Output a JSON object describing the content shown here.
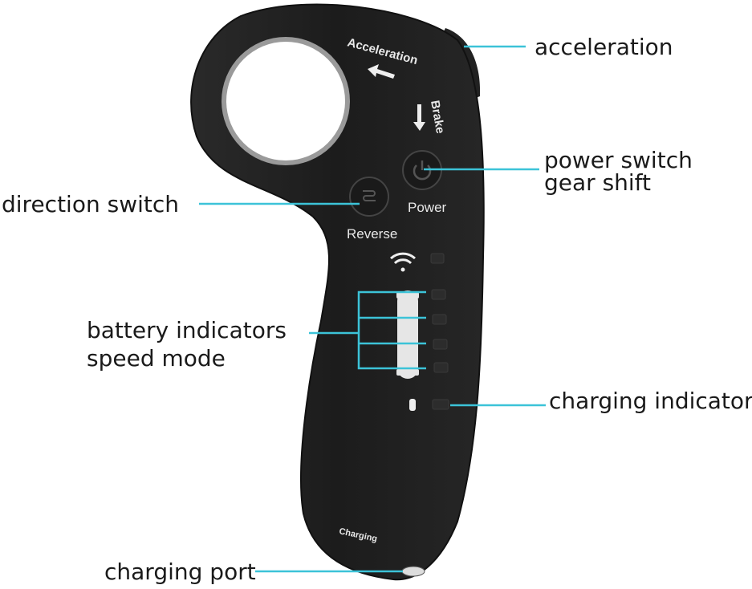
{
  "title": "Skateboard remote controller diagram",
  "device_text": {
    "acceleration": "Acceleration",
    "brake": "Brake",
    "power": "Power",
    "reverse": "Reverse",
    "charging": "Charging"
  },
  "callouts": {
    "acceleration": "acceleration",
    "power_line1": "power switch",
    "power_line2": "gear shift",
    "direction": "direction switch",
    "battery_line1": "battery indicators",
    "battery_line2": "speed mode",
    "charging_indicator": "charging indicator",
    "charging_port": "charging port"
  },
  "colors": {
    "leader": "#3cc3d8",
    "body": "#1e1e1e",
    "text": "#1a1a1a"
  },
  "icons": [
    "wifi-icon",
    "skateboard-icon",
    "power-icon",
    "reverse-icon",
    "battery-icon"
  ]
}
